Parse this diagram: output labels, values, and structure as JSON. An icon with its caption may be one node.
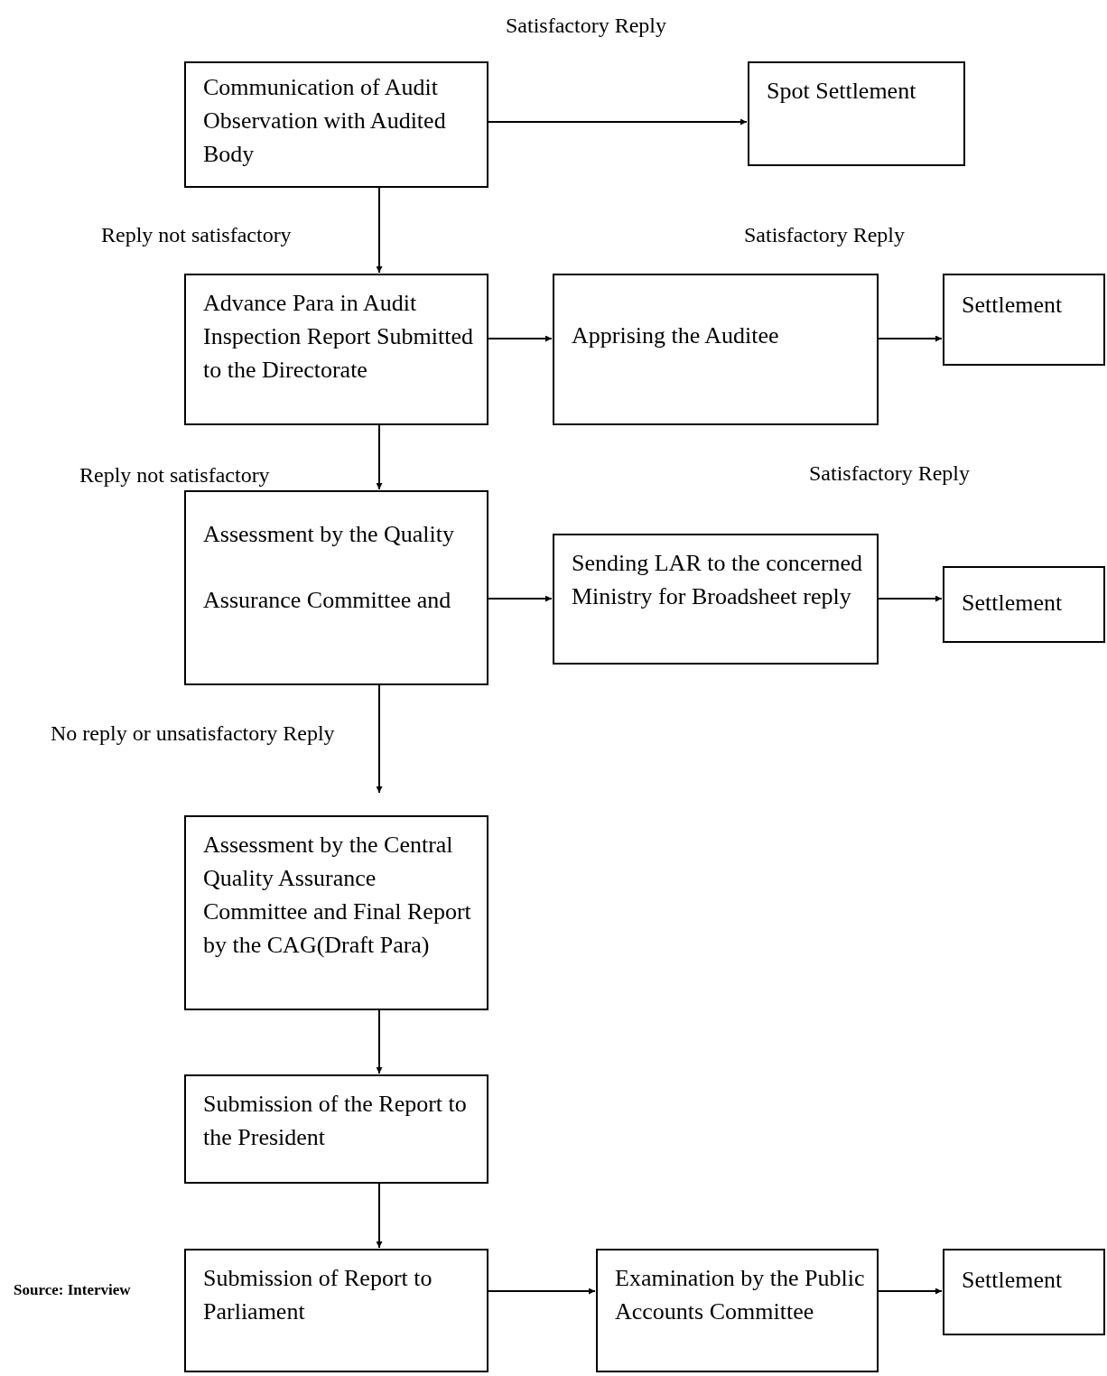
{
  "diagram": {
    "nodes": [
      {
        "text": [
          "Communication of Audit Observation with Audited Body"
        ]
      },
      {
        "text": [
          "Spot Settlement"
        ]
      },
      {
        "text": [
          "Advance Para in Audit Inspection Report Submitted to the Directorate"
        ]
      },
      {
        "text": [
          "Apprising the Auditee"
        ]
      },
      {
        "text": [
          "Settlement"
        ]
      },
      {
        "text": [
          "Assessment by the Quality Assurance Committee and"
        ]
      },
      {
        "text": [
          "Sending LAR to the concerned Ministry for Broadsheet reply"
        ]
      },
      {
        "text": [
          "Settlement"
        ]
      },
      {
        "text": [
          "Assessment by the Central Quality Assurance Committee and Final Report by the CAG(Draft Para)"
        ]
      },
      {
        "text": [
          "Submission of the Report to the President"
        ]
      },
      {
        "text": [
          "Submission of Report to Parliament"
        ]
      },
      {
        "text": [
          "Examination by the Public Accounts Committee"
        ]
      },
      {
        "text": [
          "Settlement"
        ]
      }
    ],
    "edges": [
      {
        "from": 0,
        "to": 1,
        "arrow": "to"
      },
      {
        "from": 0,
        "to": 2,
        "arrow": "to"
      },
      {
        "from": 2,
        "to": 3,
        "arrow": "to"
      },
      {
        "from": 3,
        "to": 4,
        "arrow": "to"
      },
      {
        "from": 2,
        "to": 5,
        "arrow": "to"
      },
      {
        "from": 5,
        "to": 6,
        "arrow": "to"
      },
      {
        "from": 6,
        "to": 7,
        "arrow": "to"
      },
      {
        "from": 5,
        "to": 8,
        "arrow": "to"
      },
      {
        "from": 8,
        "to": 9,
        "arrow": "to"
      },
      {
        "from": 9,
        "to": 10,
        "arrow": "to"
      },
      {
        "from": 10,
        "to": 11,
        "arrow": "to"
      },
      {
        "from": 11,
        "to": 12,
        "arrow": "to"
      }
    ],
    "labels": [
      "Satisfactory Reply",
      "Reply not satisfactory",
      "Satisfactory Reply",
      "Reply not satisfactory",
      "Satisfactory Reply",
      "No reply or unsatisfactory Reply",
      "Source: Interview"
    ]
  }
}
